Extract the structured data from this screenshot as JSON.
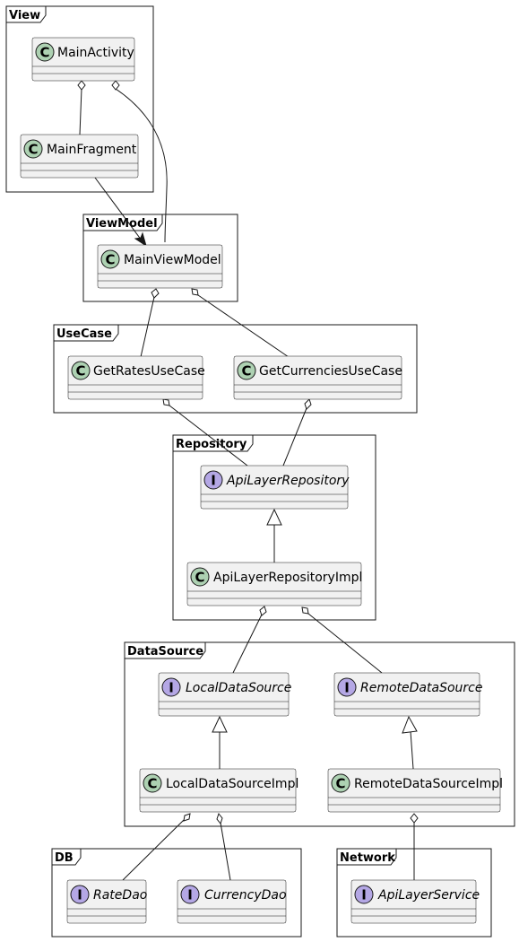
{
  "packages": {
    "view": "View",
    "viewmodel": "ViewModel",
    "usecase": "UseCase",
    "repository": "Repository",
    "datasource": "DataSource",
    "db": "DB",
    "network": "Network"
  },
  "classes": {
    "main_activity": {
      "name": "MainActivity",
      "kind": "class"
    },
    "main_fragment": {
      "name": "MainFragment",
      "kind": "class"
    },
    "main_view_model": {
      "name": "MainViewModel",
      "kind": "class"
    },
    "get_rates_use_case": {
      "name": "GetRatesUseCase",
      "kind": "class"
    },
    "get_currencies_use_case": {
      "name": "GetCurrenciesUseCase",
      "kind": "class"
    },
    "api_layer_repository": {
      "name": "ApiLayerRepository",
      "kind": "interface"
    },
    "api_layer_repository_impl": {
      "name": "ApiLayerRepositoryImpl",
      "kind": "class"
    },
    "local_data_source": {
      "name": "LocalDataSource",
      "kind": "interface"
    },
    "remote_data_source": {
      "name": "RemoteDataSource",
      "kind": "interface"
    },
    "local_data_source_impl": {
      "name": "LocalDataSourceImpl",
      "kind": "class"
    },
    "remote_data_source_impl": {
      "name": "RemoteDataSourceImpl",
      "kind": "class"
    },
    "rate_dao": {
      "name": "RateDao",
      "kind": "interface"
    },
    "currency_dao": {
      "name": "CurrencyDao",
      "kind": "interface"
    },
    "api_layer_service": {
      "name": "ApiLayerService",
      "kind": "interface"
    }
  },
  "badges": {
    "class": "C",
    "interface": "I"
  },
  "colors": {
    "class_badge": "#add1b2",
    "interface_badge": "#b4a7e5",
    "box_fill": "#f1f1f1",
    "line": "#181818"
  },
  "relations": [
    {
      "from": "main_activity",
      "to": "main_fragment",
      "type": "aggregation"
    },
    {
      "from": "main_activity",
      "to": "main_view_model",
      "type": "aggregation"
    },
    {
      "from": "main_fragment",
      "to": "main_view_model",
      "type": "association"
    },
    {
      "from": "main_view_model",
      "to": "get_rates_use_case",
      "type": "aggregation"
    },
    {
      "from": "main_view_model",
      "to": "get_currencies_use_case",
      "type": "aggregation"
    },
    {
      "from": "get_rates_use_case",
      "to": "api_layer_repository",
      "type": "aggregation"
    },
    {
      "from": "get_currencies_use_case",
      "to": "api_layer_repository",
      "type": "aggregation"
    },
    {
      "from": "api_layer_repository_impl",
      "to": "api_layer_repository",
      "type": "realization"
    },
    {
      "from": "api_layer_repository_impl",
      "to": "local_data_source",
      "type": "aggregation"
    },
    {
      "from": "api_layer_repository_impl",
      "to": "remote_data_source",
      "type": "aggregation"
    },
    {
      "from": "local_data_source_impl",
      "to": "local_data_source",
      "type": "realization"
    },
    {
      "from": "remote_data_source_impl",
      "to": "remote_data_source",
      "type": "realization"
    },
    {
      "from": "local_data_source_impl",
      "to": "rate_dao",
      "type": "aggregation"
    },
    {
      "from": "local_data_source_impl",
      "to": "currency_dao",
      "type": "aggregation"
    },
    {
      "from": "remote_data_source_impl",
      "to": "api_layer_service",
      "type": "aggregation"
    }
  ]
}
